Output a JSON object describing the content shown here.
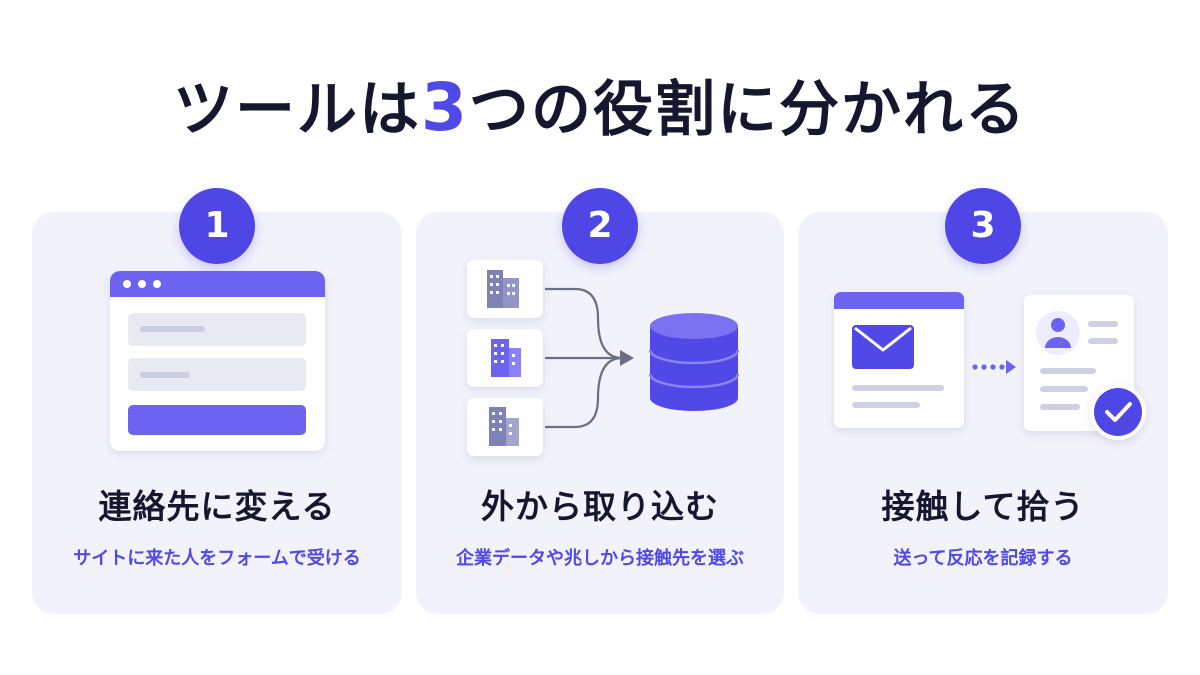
{
  "header": {
    "title_prefix": "ツールは",
    "title_number": "3",
    "title_suffix": "つの役割に分かれる"
  },
  "cards": [
    {
      "number": "1",
      "title": "連絡先に変える",
      "subtitle": "サイトに来た人をフォームで受ける"
    },
    {
      "number": "2",
      "title": "外から取り込む",
      "subtitle": "企業データや兆しから接触先を選ぶ"
    },
    {
      "number": "3",
      "title": "接触して拾う",
      "subtitle": "送って反応を記録する"
    }
  ],
  "colors": {
    "accent": "#4f47e5",
    "card_bg": "#f1f2fa",
    "title": "#15172e"
  },
  "icons": {
    "card1": [
      "browser-window-icon",
      "form-field-icon",
      "submit-button-icon"
    ],
    "card2": [
      "building-icon",
      "arrow-icon",
      "database-icon"
    ],
    "card3": [
      "mail-icon",
      "dotted-arrow-icon",
      "contact-card-icon",
      "check-badge-icon"
    ]
  }
}
